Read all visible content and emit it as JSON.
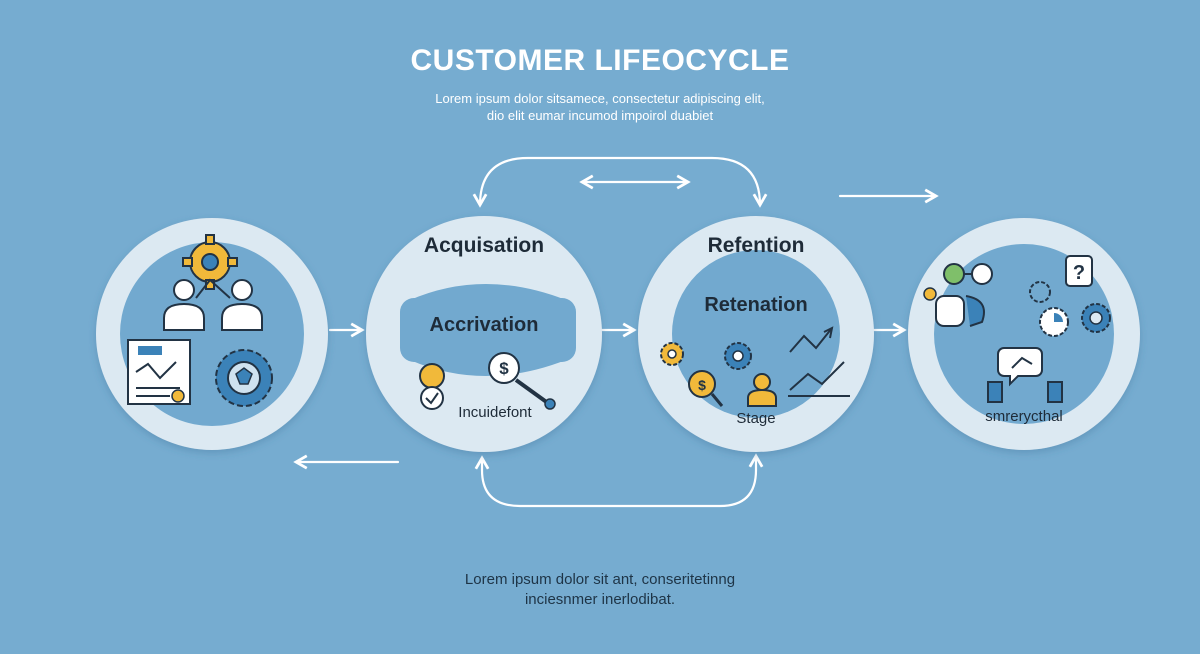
{
  "header": {
    "title": "CUSTOMER LIFEOCYCLE",
    "subtitle_line1": "Lorem ipsum dolor sitsamece, consectetur adipiscing elit,",
    "subtitle_line2": "dio elit eumar incumod impoirol duabiet"
  },
  "stages": {
    "stage2_title": "Acquisation",
    "stage2_inner": "Accrivation",
    "stage2_caption": "Incuidefont",
    "stage3_title": "Refention",
    "stage3_inner": "Retenation",
    "stage3_caption": "Stage",
    "stage4_caption": "smrerycthal"
  },
  "footer": {
    "line1": "Lorem ipsum dolor sit ant, conseritetinng",
    "line2": "inciesnmer inerlodibat."
  },
  "colors": {
    "background": "#76acd0",
    "circle": "#dce9f2",
    "accent_blue": "#3b82b8",
    "accent_yellow": "#f1b93a",
    "line": "#223344"
  },
  "icons": [
    "gear-icon",
    "people-icon",
    "document-chart-icon",
    "puzzle-gear-icon",
    "dollar-coin-icon",
    "magnifier-icon",
    "clock-icon",
    "chart-trend-icon",
    "person-icon",
    "lightbulb-head-icon",
    "speech-bubble-icon",
    "question-icon"
  ]
}
